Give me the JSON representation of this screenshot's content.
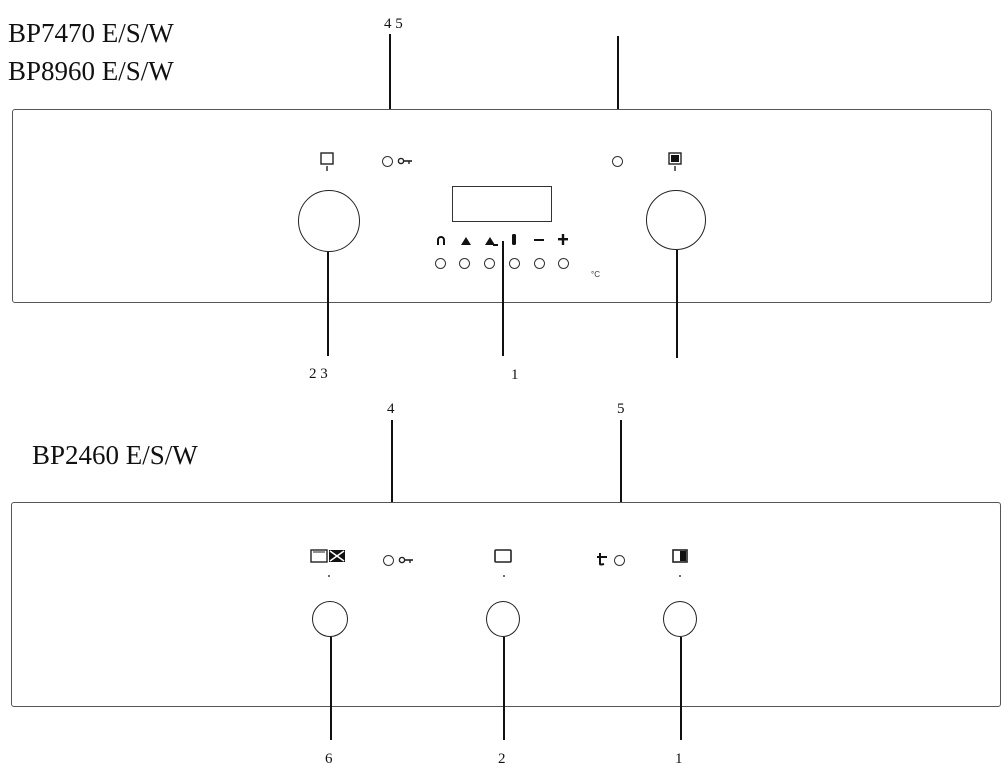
{
  "top": {
    "model_line1": "BP7470 E/S/W",
    "model_line2": "BP8960 E/S/W",
    "callouts": {
      "top_left": "4 5",
      "bottom_left": "2 3",
      "bottom_center": "1"
    },
    "temp_unit": "°C",
    "icons": [
      "oven-function-icon",
      "key-lock-icon",
      "indicator-light-icon",
      "thermostat-icon",
      "bell-icon",
      "cook-time-icon",
      "end-time-icon",
      "clock-icon",
      "minus-icon",
      "plus-icon"
    ]
  },
  "bottom": {
    "model": "BP2460 E/S/W",
    "callouts": {
      "top_left": "4",
      "top_right": "5",
      "bottom_left": "6",
      "bottom_center": "2",
      "bottom_right": "1"
    },
    "icons": [
      "timer-icon",
      "key-lock-icon",
      "oven-function-icon",
      "temperature-light-icon",
      "thermostat-icon"
    ]
  }
}
